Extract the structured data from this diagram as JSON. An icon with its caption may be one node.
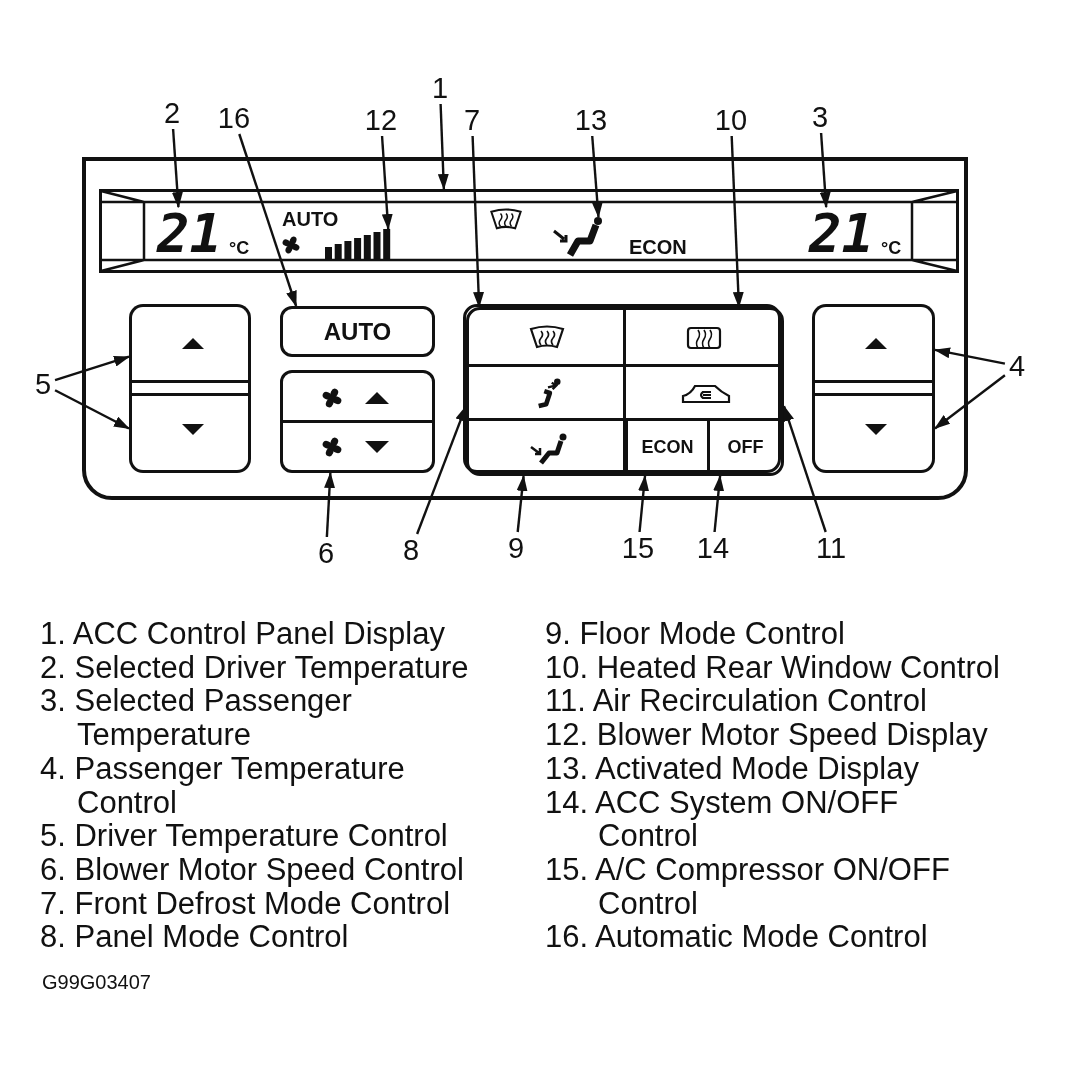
{
  "diagram": {
    "nodes": [
      {
        "text": [],
        "shape": "box"
      },
      {
        "text": [
          "AUTO",
          "ECON"
        ],
        "in": 0
      },
      {
        "text": [
          "21",
          "°C"
        ],
        "in": 1
      },
      {
        "text": [],
        "shape": "bar",
        "in": 1
      },
      {
        "text": [],
        "shape": "picture",
        "in": 1
      },
      {
        "text": [
          "21",
          "°C"
        ],
        "in": 1
      },
      {
        "text": [],
        "shape": "box",
        "in": 0
      },
      {
        "text": [],
        "shape": "box",
        "in": 0
      },
      {
        "text": [
          "AUTO"
        ],
        "in": 0
      },
      {
        "text": [],
        "shape": "box",
        "in": 0
      },
      {
        "text": [],
        "shape": "box",
        "in": 0
      },
      {
        "text": [],
        "shape": "box",
        "in": 10
      },
      {
        "text": [],
        "shape": "box",
        "in": 10
      },
      {
        "text": [],
        "shape": "box",
        "in": 10
      },
      {
        "text": [],
        "shape": "box",
        "in": 10
      },
      {
        "text": [],
        "shape": "box",
        "in": 10
      },
      {
        "text": [
          "ECON"
        ],
        "in": 10
      },
      {
        "text": [
          "OFF"
        ],
        "in": 10
      },
      {
        "text": [],
        "shape": "box",
        "in": 0
      },
      {
        "text": [],
        "shape": "box",
        "in": 0
      },
      {
        "text": [
          "1"
        ]
      },
      {
        "text": [
          "2"
        ]
      },
      {
        "text": [
          "16"
        ]
      },
      {
        "text": [
          "12"
        ]
      },
      {
        "text": [
          "7"
        ]
      },
      {
        "text": [
          "13"
        ]
      },
      {
        "text": [
          "10"
        ]
      },
      {
        "text": [
          "3"
        ]
      },
      {
        "text": [
          "5"
        ]
      },
      {
        "text": [
          "4"
        ]
      },
      {
        "text": [
          "6"
        ]
      },
      {
        "text": [
          "8"
        ]
      },
      {
        "text": [
          "9"
        ]
      },
      {
        "text": [
          "15"
        ]
      },
      {
        "text": [
          "14"
        ]
      },
      {
        "text": [
          "11"
        ]
      }
    ],
    "edges": [
      {
        "from": 20,
        "to": 1,
        "arrow": "to"
      },
      {
        "from": 21,
        "to": 2,
        "arrow": "to"
      },
      {
        "from": 22,
        "to": 8,
        "arrow": "to"
      },
      {
        "from": 23,
        "to": 3,
        "arrow": "to"
      },
      {
        "from": 24,
        "to": 11,
        "arrow": "to"
      },
      {
        "from": 25,
        "to": 4,
        "arrow": "to"
      },
      {
        "from": 26,
        "to": 12,
        "arrow": "to"
      },
      {
        "from": 27,
        "to": 5,
        "arrow": "to"
      },
      {
        "from": 28,
        "to": 6,
        "arrow": "to"
      },
      {
        "from": 28,
        "to": 7,
        "arrow": "to"
      },
      {
        "from": 29,
        "to": 18,
        "arrow": "to"
      },
      {
        "from": 29,
        "to": 19,
        "arrow": "to"
      },
      {
        "from": 30,
        "to": 9,
        "arrow": "to"
      },
      {
        "from": 31,
        "to": 13,
        "arrow": "to"
      },
      {
        "from": 32,
        "to": 15,
        "arrow": "to"
      },
      {
        "from": 33,
        "to": 16,
        "arrow": "to"
      },
      {
        "from": 34,
        "to": 17,
        "arrow": "to"
      },
      {
        "from": 35,
        "to": 14,
        "arrow": "to"
      }
    ],
    "labels": [
      "1. ACC Control Panel Display",
      "2. Selected Driver Temperature",
      "3. Selected Passenger Temperature",
      "4. Passenger Temperature Control",
      "5. Driver Temperature Control",
      "6. Blower Motor Speed Control",
      "7. Front Defrost Mode Control",
      "8. Panel Mode Control",
      "9. Floor Mode Control",
      "10. Heated Rear Window Control",
      "11. Air Recirculation Control",
      "12. Blower Motor Speed Display",
      "13. Activated Mode Display",
      "14. ACC System ON/OFF Control",
      "15. A/C Compressor ON/OFF Control",
      "16. Automatic Mode Control",
      "G99G03407"
    ]
  }
}
